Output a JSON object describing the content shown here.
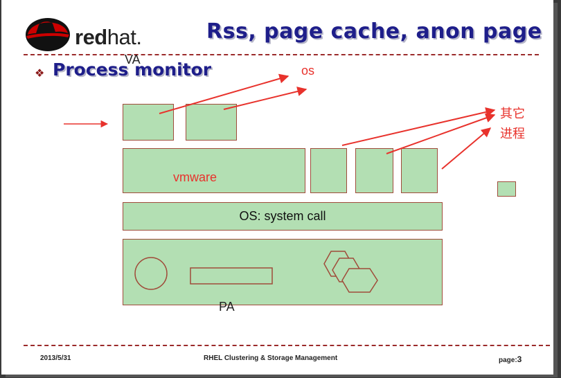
{
  "header": {
    "logo_text_bold": "red",
    "logo_text_light": "hat.",
    "title": "Rss, page cache, anon page"
  },
  "content": {
    "bullet": "❖",
    "heading": "Process monitor",
    "va_label": "VA",
    "os_label": "os",
    "other_process_label_line1": "其它",
    "other_process_label_line2": "进程",
    "vmware_label": "vmware",
    "syscall_label": "OS: system call",
    "pa_label": "PA"
  },
  "footer": {
    "date": "2013/5/31",
    "course": "RHEL Clustering & Storage Management",
    "page_prefix": "page:",
    "page_number": "3"
  },
  "colors": {
    "title": "#1e1e8a",
    "rule": "#9b2a2a",
    "box_fill": "#b3dfb3",
    "box_border": "#a04b3a",
    "annotation": "#e8322c"
  }
}
